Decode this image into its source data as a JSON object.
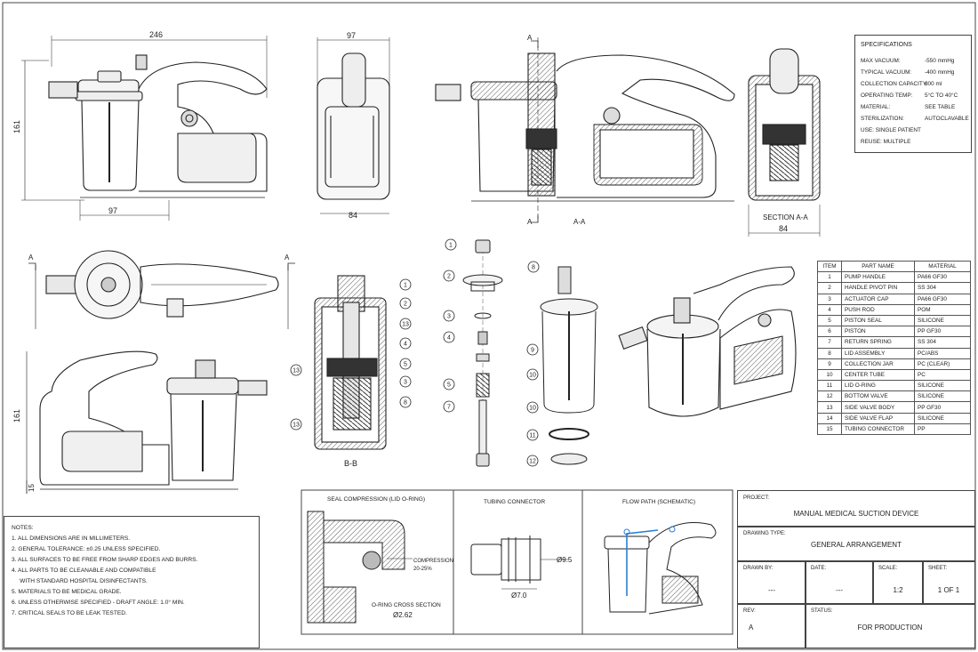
{
  "dimensions": {
    "overall_length": "246",
    "height": "161",
    "jar_width": "97",
    "side_width": "97",
    "side_base": "84",
    "section_base": "84",
    "bottom_height": "161",
    "bottom_offset": "15"
  },
  "section_labels": {
    "a_top": "A",
    "a_bottom": "A",
    "a_a": "A-A",
    "section_a_a": "SECTION A-A",
    "b_b": "B-B",
    "plan_a_left": "A",
    "plan_a_right": "A"
  },
  "specifications": {
    "title": "SPECIFICATIONS",
    "rows": [
      {
        "k": "MAX VACUUM:",
        "v": "-550 mmHg"
      },
      {
        "k": "TYPICAL VACUUM:",
        "v": "-400 mmHg"
      },
      {
        "k": "COLLECTION CAPACITY:",
        "v": "800 ml"
      },
      {
        "k": "OPERATING TEMP:",
        "v": "5°C TO 40°C"
      },
      {
        "k": "MATERIAL:",
        "v": "SEE TABLE"
      },
      {
        "k": "STERILIZATION:",
        "v": "AUTOCLAVABLE"
      },
      {
        "k": "USE: SINGLE PATIENT",
        "v": ""
      },
      {
        "k": "REUSE: MULTIPLE",
        "v": ""
      }
    ]
  },
  "parts_table": {
    "headers": [
      "ITEM",
      "PART NAME",
      "MATERIAL"
    ],
    "rows": [
      [
        "1",
        "PUMP HANDLE",
        "PA66 GF30"
      ],
      [
        "2",
        "HANDLE PIVOT PIN",
        "SS 304"
      ],
      [
        "3",
        "ACTUATOR CAP",
        "PA66 GF30"
      ],
      [
        "4",
        "PUSH ROD",
        "POM"
      ],
      [
        "5",
        "PISTON SEAL",
        "SILICONE"
      ],
      [
        "6",
        "PISTON",
        "PP GF30"
      ],
      [
        "7",
        "RETURN SPRING",
        "SS 304"
      ],
      [
        "8",
        "LID ASSEMBLY",
        "PC/ABS"
      ],
      [
        "9",
        "COLLECTION JAR",
        "PC (CLEAR)"
      ],
      [
        "10",
        "CENTER TUBE",
        "PC"
      ],
      [
        "11",
        "LID O-RING",
        "SILICONE"
      ],
      [
        "12",
        "BOTTOM VALVE",
        "SILICONE"
      ],
      [
        "13",
        "SIDE VALVE BODY",
        "PP GF30"
      ],
      [
        "14",
        "SIDE VALVE FLAP",
        "SILICONE"
      ],
      [
        "15",
        "TUBING CONNECTOR",
        "PP"
      ]
    ]
  },
  "balloons": {
    "bb": [
      "1",
      "2",
      "13",
      "4",
      "5",
      "3",
      "8",
      "13",
      "13"
    ],
    "exploded": [
      "1",
      "2",
      "3",
      "4",
      "5",
      "7",
      "8",
      "9",
      "10",
      "10",
      "11",
      "12"
    ]
  },
  "detail_views": {
    "seal": {
      "title": "SEAL COMPRESSION (LID O-RING)",
      "compression": "COMPRESSION",
      "compression_pct": "20-25%",
      "oring": "O-RING CROSS SECTION",
      "oring_dia": "Ø2.62"
    },
    "tubing": {
      "title": "TUBING CONNECTOR",
      "od": "Ø9.5",
      "id": "Ø7.0"
    },
    "flow": {
      "title": "FLOW PATH (SCHEMATIC)"
    }
  },
  "notes": {
    "title": "NOTES:",
    "items": [
      "1.  ALL DIMENSIONS ARE IN MILLIMETERS.",
      "2.  GENERAL TOLERANCE: ±0.25 UNLESS SPECIFIED.",
      "3.  ALL SURFACES TO BE FREE FROM SHARP EDGES AND BURRS.",
      "4.  ALL PARTS TO BE CLEANABLE AND COMPATIBLE",
      "     WITH STANDARD HOSPITAL DISINFECTANTS.",
      "5.  MATERIALS TO BE MEDICAL GRADE.",
      "6.  UNLESS OTHERWISE SPECIFIED - DRAFT ANGLE: 1.0° MIN.",
      "7.  CRITICAL SEALS TO BE LEAK TESTED."
    ]
  },
  "title_block": {
    "project_label": "PROJECT:",
    "project": "MANUAL MEDICAL SUCTION DEVICE",
    "drawing_type_label": "DRAWING TYPE:",
    "drawing_type": "GENERAL ARRANGEMENT",
    "drawn_by_label": "DRAWN BY:",
    "drawn_by": "---",
    "date_label": "DATE:",
    "date": "---",
    "scale_label": "SCALE:",
    "scale": "1:2",
    "sheet_label": "SHEET:",
    "sheet": "1 OF 1",
    "rev_label": "REV:",
    "rev": "A",
    "status_label": "STATUS:",
    "status": "FOR PRODUCTION"
  }
}
